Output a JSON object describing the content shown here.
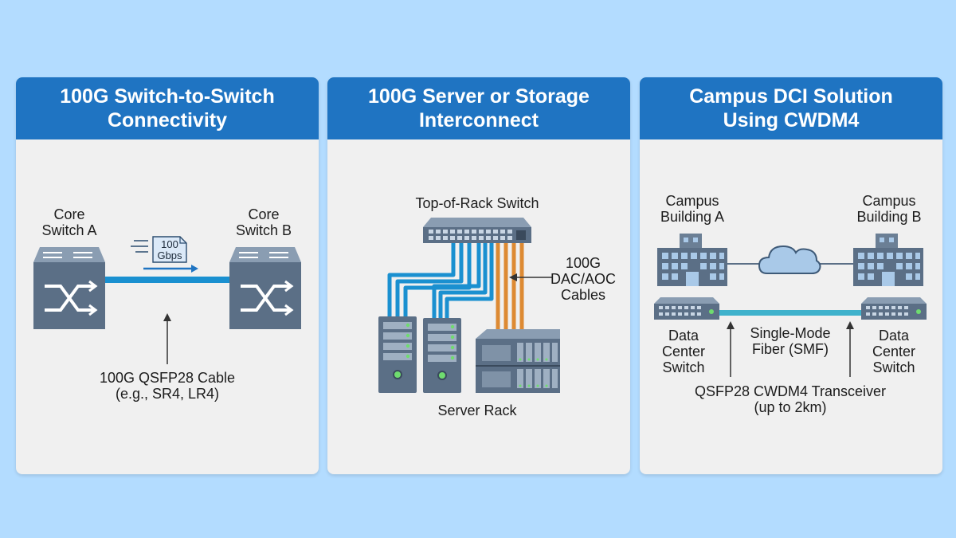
{
  "colors": {
    "background": "#b3dcff",
    "header_blue": "#1f74c2",
    "panel": "#f0f0f0",
    "device_slate": "#5b6f86",
    "cable_blue": "#1a90d0",
    "cable_orange": "#dd8a33"
  },
  "panels": [
    {
      "title_lines": [
        "100G Switch-to-Switch",
        "Connectivity"
      ],
      "left_device_lines": [
        "Core",
        "Switch A"
      ],
      "right_device_lines": [
        "Core",
        "Switch B"
      ],
      "speed_badge_lines": [
        "100",
        "Gbps"
      ],
      "cable_label_lines": [
        "100G QSFP28 Cable",
        "(e.g., SR4, LR4)"
      ],
      "icons": [
        "switch-icon",
        "switch-icon",
        "speed-document-icon"
      ]
    },
    {
      "title_lines": [
        "100G Server or Storage",
        "Interconnect"
      ],
      "switch_label": "Top-of-Rack Switch",
      "cable_label_lines": [
        "100G",
        "DAC/AOC",
        "Cables"
      ],
      "rack_label": "Server Rack",
      "icons": [
        "tor-switch-icon",
        "server-tower-icon",
        "server-tower-icon",
        "storage-array-icon"
      ]
    },
    {
      "title_lines": [
        "Campus DCI Solution",
        "Using CWDM4"
      ],
      "building_a_lines": [
        "Campus",
        "Building A"
      ],
      "building_b_lines": [
        "Campus",
        "Building B"
      ],
      "switch_left_lines": [
        "Data",
        "Center",
        "Switch"
      ],
      "switch_right_lines": [
        "Data",
        "Center",
        "Switch"
      ],
      "fiber_label_lines": [
        "Single-Mode",
        "Fiber (SMF)"
      ],
      "transceiver_label_lines": [
        "QSFP28 CWDM4 Transceiver",
        "(up to 2km)"
      ],
      "icons": [
        "building-icon",
        "cloud-icon",
        "building-icon",
        "switch-icon",
        "switch-icon"
      ]
    }
  ]
}
